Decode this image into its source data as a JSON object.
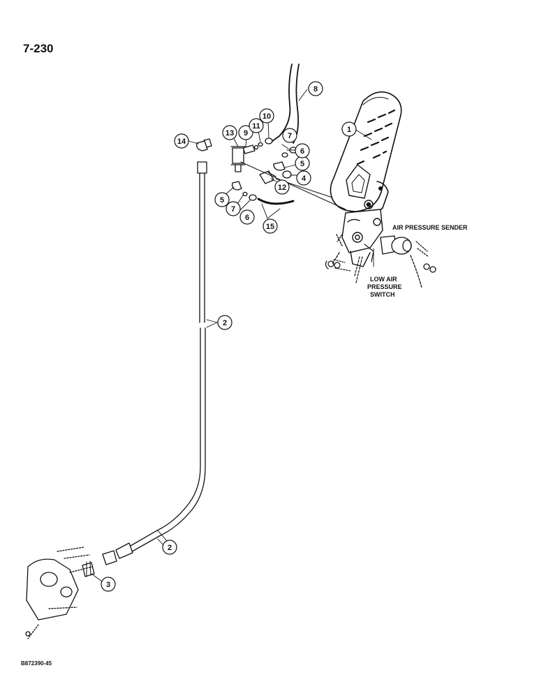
{
  "page": {
    "number": "7-230",
    "figure_id": "B872390-45"
  },
  "labels": {
    "air_pressure_sender": "AIR PRESSURE SENDER",
    "low_air_line1": "LOW AIR",
    "low_air_line2": "PRESSURE",
    "low_air_line3": "SWITCH"
  },
  "callouts": [
    {
      "id": "c1",
      "num": "1"
    },
    {
      "id": "c2a",
      "num": "2"
    },
    {
      "id": "c2b",
      "num": "2"
    },
    {
      "id": "c3",
      "num": "3"
    },
    {
      "id": "c4",
      "num": "4"
    },
    {
      "id": "c5a",
      "num": "5"
    },
    {
      "id": "c5b",
      "num": "5"
    },
    {
      "id": "c6a",
      "num": "6"
    },
    {
      "id": "c6b",
      "num": "6"
    },
    {
      "id": "c7a",
      "num": "7"
    },
    {
      "id": "c7b",
      "num": "7"
    },
    {
      "id": "c8",
      "num": "8"
    },
    {
      "id": "c9",
      "num": "9"
    },
    {
      "id": "c10",
      "num": "10"
    },
    {
      "id": "c11",
      "num": "11"
    },
    {
      "id": "c12",
      "num": "12"
    },
    {
      "id": "c13",
      "num": "13"
    },
    {
      "id": "c14",
      "num": "14"
    },
    {
      "id": "c15",
      "num": "15"
    }
  ]
}
